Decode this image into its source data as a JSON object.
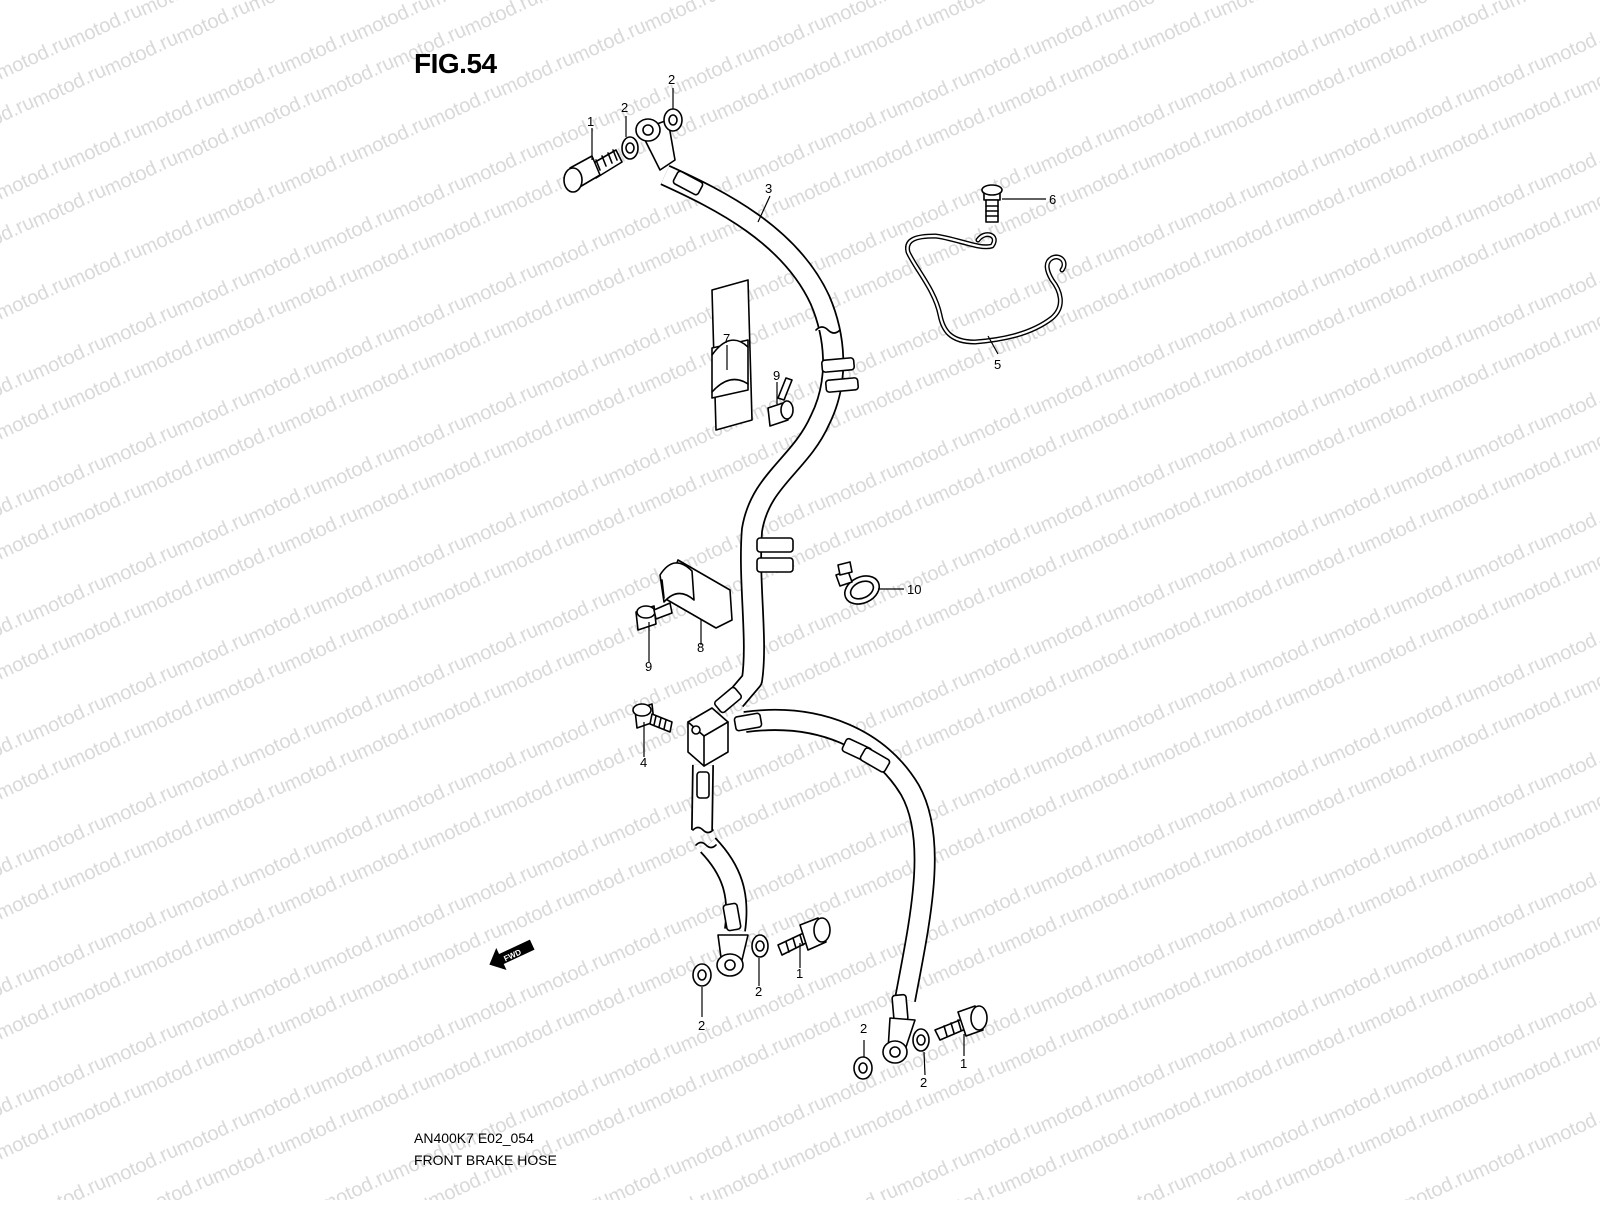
{
  "figure_label": "FIG.54",
  "model_code": "AN400K7 E02_054",
  "diagram_title": "FRONT BRAKE HOSE",
  "watermark_text": "motod.ru",
  "fwd_label": "FWD",
  "callouts": {
    "c1a": "1",
    "c2a": "2",
    "c2b": "2",
    "c3": "3",
    "c4": "4",
    "c5": "5",
    "c6": "6",
    "c7": "7",
    "c8": "8",
    "c9a": "9",
    "c9b": "9",
    "c10": "10",
    "c1b": "1",
    "c2c": "2",
    "c2d": "2",
    "c1c": "1",
    "c2e": "2",
    "c2f": "2"
  },
  "parts": [
    {
      "ref": "1",
      "part": "union-bolt"
    },
    {
      "ref": "2",
      "part": "gasket-washer"
    },
    {
      "ref": "3",
      "part": "front-brake-hose-upper"
    },
    {
      "ref": "4",
      "part": "joint-bolt"
    },
    {
      "ref": "5",
      "part": "hose-guide-wire"
    },
    {
      "ref": "6",
      "part": "wire-bolt"
    },
    {
      "ref": "7",
      "part": "hose-clamp-upper"
    },
    {
      "ref": "8",
      "part": "hose-clamp-lower"
    },
    {
      "ref": "9",
      "part": "clamp-bolt"
    },
    {
      "ref": "10",
      "part": "hose-clip"
    }
  ],
  "colors": {
    "line": "#000000",
    "background": "#ffffff",
    "watermark": "#d9d9d9"
  }
}
